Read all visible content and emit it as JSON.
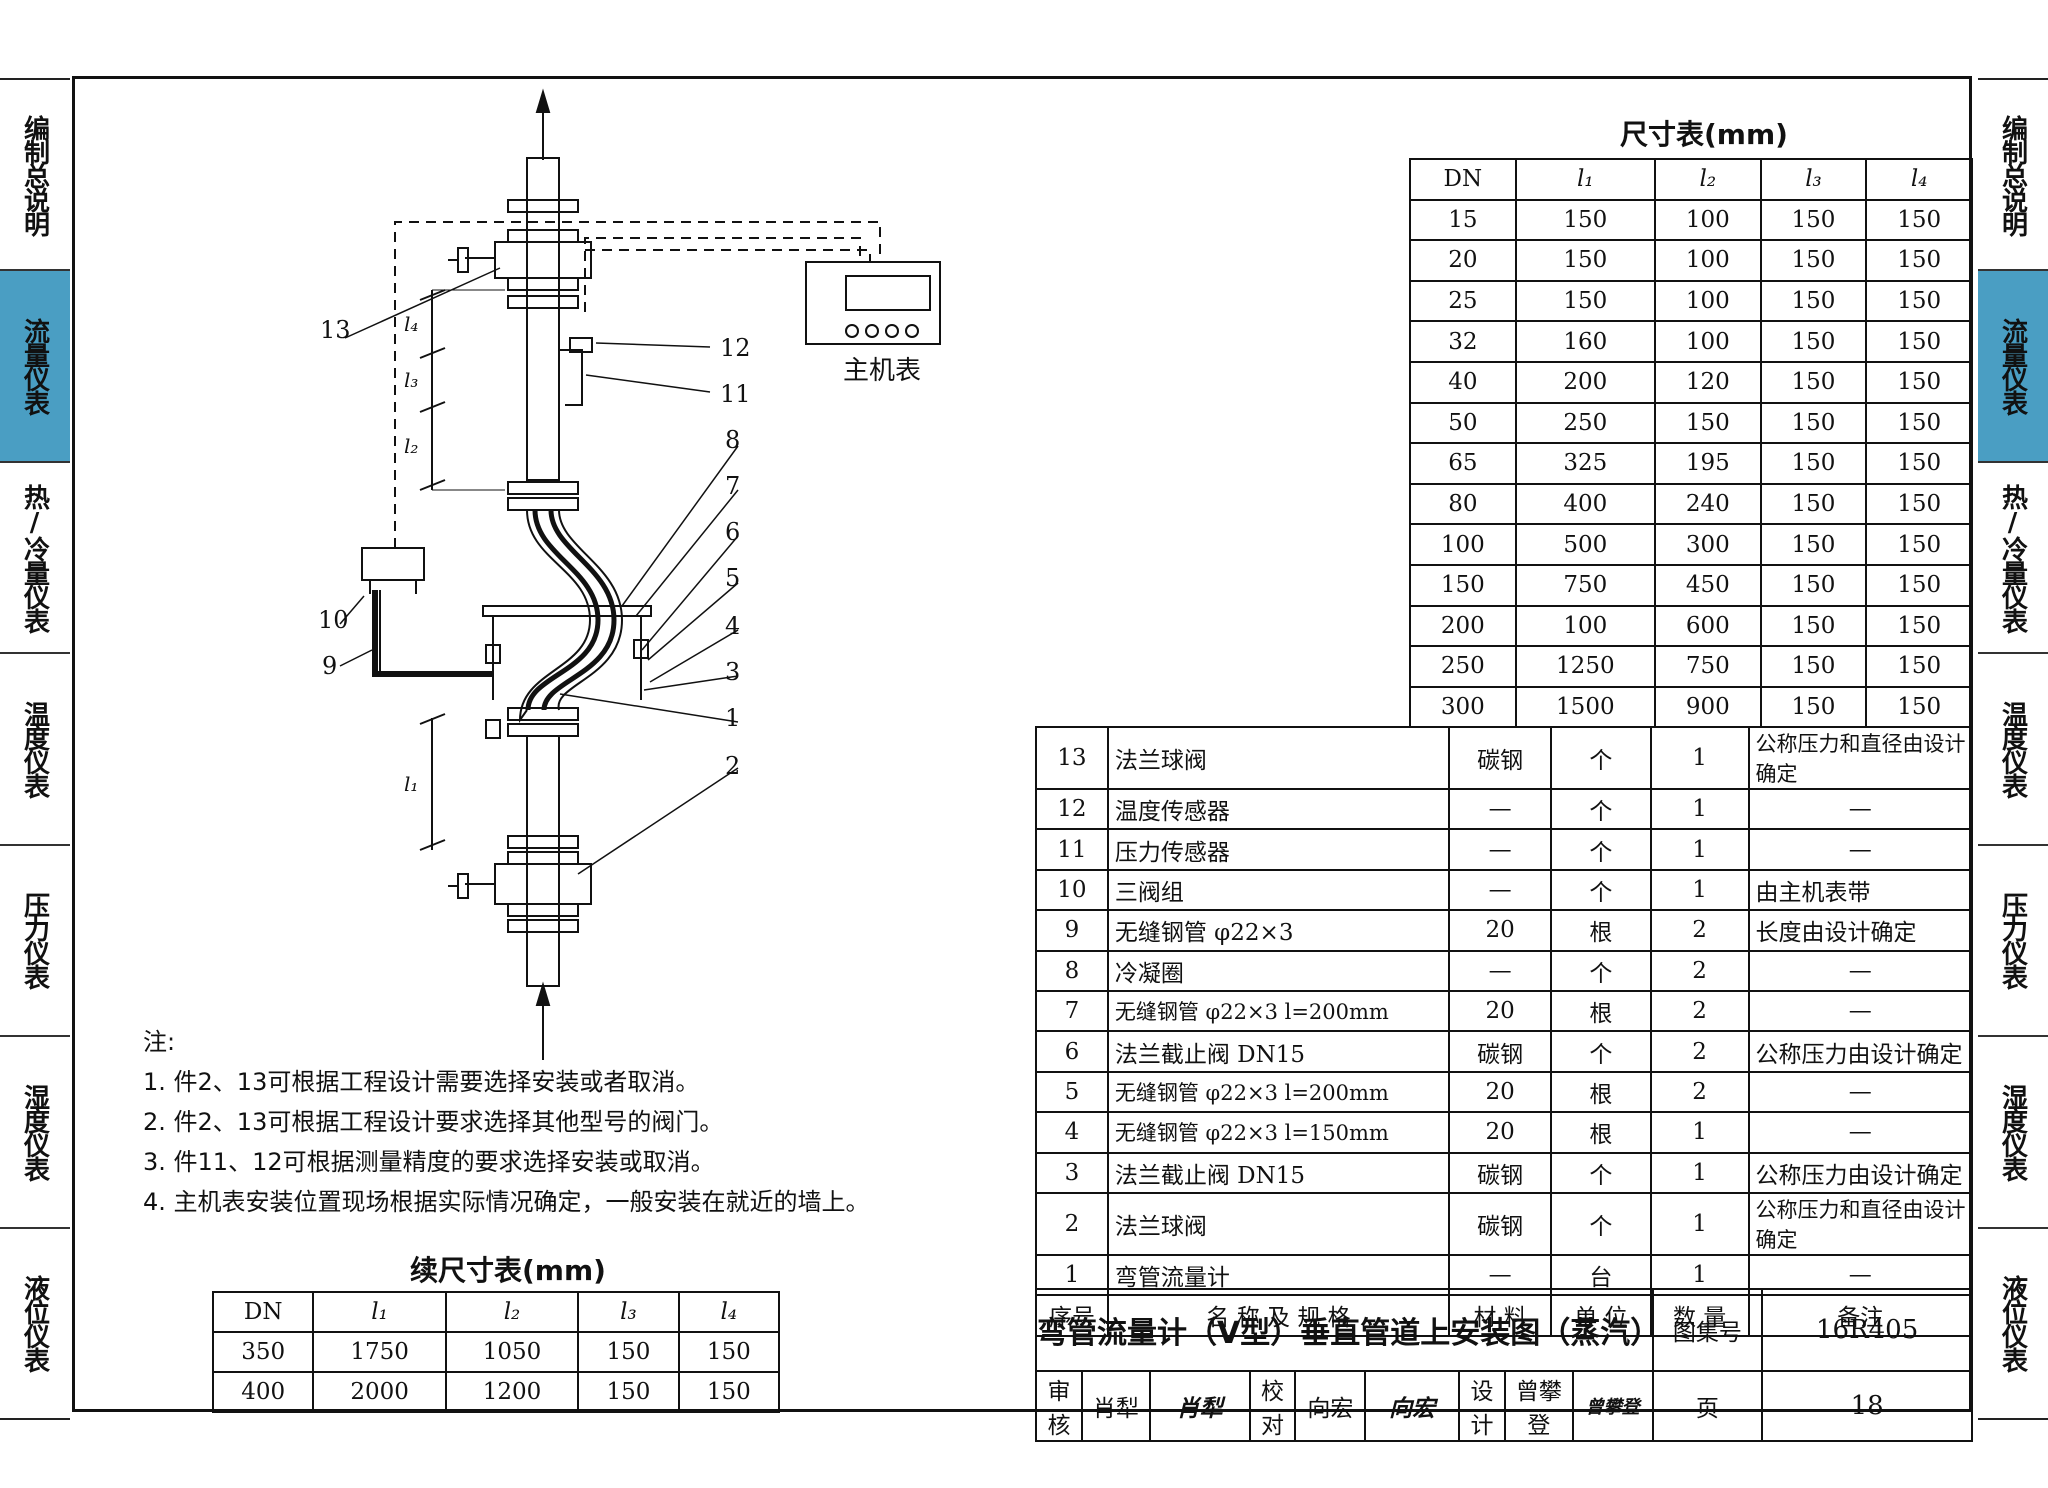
{
  "sidebar_left": [
    "编制总说明",
    "流量仪表",
    "热/冷量仪表",
    "温度仪表",
    "压力仪表",
    "湿度仪表",
    "液位仪表"
  ],
  "sidebar_right": [
    "编制总说明",
    "流量仪表",
    "热/冷量仪表",
    "温度仪表",
    "压力仪表",
    "湿度仪表",
    "液位仪表"
  ],
  "active_tab": "流量仪表",
  "dim_table": {
    "title": "尺寸表(mm)",
    "headers": [
      "DN",
      "l₁",
      "l₂",
      "l₃",
      "l₄"
    ],
    "rows": [
      [
        "15",
        "150",
        "100",
        "150",
        "150"
      ],
      [
        "20",
        "150",
        "100",
        "150",
        "150"
      ],
      [
        "25",
        "150",
        "100",
        "150",
        "150"
      ],
      [
        "32",
        "160",
        "100",
        "150",
        "150"
      ],
      [
        "40",
        "200",
        "120",
        "150",
        "150"
      ],
      [
        "50",
        "250",
        "150",
        "150",
        "150"
      ],
      [
        "65",
        "325",
        "195",
        "150",
        "150"
      ],
      [
        "80",
        "400",
        "240",
        "150",
        "150"
      ],
      [
        "100",
        "500",
        "300",
        "150",
        "150"
      ],
      [
        "150",
        "750",
        "450",
        "150",
        "150"
      ],
      [
        "200",
        "100",
        "600",
        "150",
        "150"
      ],
      [
        "250",
        "1250",
        "750",
        "150",
        "150"
      ],
      [
        "300",
        "1500",
        "900",
        "150",
        "150"
      ]
    ]
  },
  "cont_table": {
    "title": "续尺寸表(mm)",
    "headers": [
      "DN",
      "l₁",
      "l₂",
      "l₃",
      "l₄"
    ],
    "rows": [
      [
        "350",
        "1750",
        "1050",
        "150",
        "150"
      ],
      [
        "400",
        "2000",
        "1200",
        "150",
        "150"
      ]
    ]
  },
  "parts": [
    [
      "13",
      "法兰球阀",
      "碳钢",
      "个",
      "1",
      "公称压力和直径由设计确定"
    ],
    [
      "12",
      "温度传感器",
      "—",
      "个",
      "1",
      "—"
    ],
    [
      "11",
      "压力传感器",
      "—",
      "个",
      "1",
      "—"
    ],
    [
      "10",
      "三阀组",
      "—",
      "个",
      "1",
      "由主机表带"
    ],
    [
      "9",
      "无缝钢管  φ22×3",
      "20",
      "根",
      "2",
      "长度由设计确定"
    ],
    [
      "8",
      "冷凝圈",
      "—",
      "个",
      "2",
      "—"
    ],
    [
      "7",
      "无缝钢管  φ22×3  l=200mm",
      "20",
      "根",
      "2",
      "—"
    ],
    [
      "6",
      "法兰截止阀  DN15",
      "碳钢",
      "个",
      "2",
      "公称压力由设计确定"
    ],
    [
      "5",
      "无缝钢管  φ22×3  l=200mm",
      "20",
      "根",
      "2",
      "—"
    ],
    [
      "4",
      "无缝钢管  φ22×3  l=150mm",
      "20",
      "根",
      "1",
      "—"
    ],
    [
      "3",
      "法兰截止阀  DN15",
      "碳钢",
      "个",
      "1",
      "公称压力由设计确定"
    ],
    [
      "2",
      "法兰球阀",
      "碳钢",
      "个",
      "1",
      "公称压力和直径由设计确定"
    ],
    [
      "1",
      "弯管流量计",
      "—",
      "台",
      "1",
      "—"
    ]
  ],
  "parts_header": [
    "序号",
    "名 称 及 规 格",
    "材 料",
    "单 位",
    "数 量",
    "备注"
  ],
  "title_block": {
    "title": "弯管流量计（V型）垂直管道上安装图（蒸汽）",
    "atlas_label": "图集号",
    "atlas_no": "16R405",
    "review_label": "审核",
    "reviewer": "肖犁",
    "reviewer_sig": "肖犁",
    "check_label": "校对",
    "checker": "向宏",
    "checker_sig": "向宏",
    "design_label": "设计",
    "designer": "曾攀登",
    "designer_sig": "曾攀登",
    "page_label": "页",
    "page_no": "18"
  },
  "notes": {
    "title": "注:",
    "items": [
      "1. 件2、13可根据工程设计需要选择安装或者取消。",
      "2. 件2、13可根据工程设计要求选择其他型号的阀门。",
      "3. 件11、12可根据测量精度的要求选择安装或取消。",
      "4. 主机表安装位置现场根据实际情况确定，一般安装在就近的墙上。"
    ]
  },
  "diagram": {
    "host_label": "主机表",
    "callouts": [
      "1",
      "2",
      "3",
      "4",
      "5",
      "6",
      "7",
      "8",
      "9",
      "10",
      "11",
      "12",
      "13"
    ],
    "dim_labels": [
      "l₄",
      "l₃",
      "l₂",
      "l₁"
    ]
  },
  "colors": {
    "active_tab": "#4a9ec3",
    "line": "#111111"
  }
}
